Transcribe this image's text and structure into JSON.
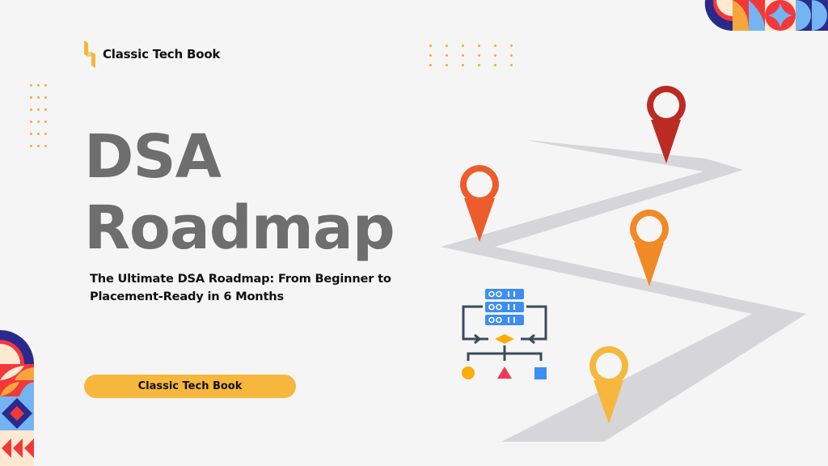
{
  "brand": {
    "name": "Classic Tech Book",
    "logo_icon": "double-bar-logo-icon",
    "logo_color": "#f6b73c"
  },
  "hero": {
    "title_line1": "DSA",
    "title_line2": "Roadmap",
    "subtitle_line1": "The Ultimate DSA Roadmap: From Beginner to",
    "subtitle_line2": "Placement-Ready in 6 Months"
  },
  "cta": {
    "label": "Classic Tech Book",
    "color": "#f6b73c"
  },
  "illustration": {
    "road_color": "#d6d5d7",
    "pins": [
      {
        "name": "map-pin-red",
        "color": "#bb2b24"
      },
      {
        "name": "map-pin-orange-red",
        "color": "#eb5d2c"
      },
      {
        "name": "map-pin-orange",
        "color": "#f08a26"
      },
      {
        "name": "map-pin-yellow",
        "color": "#f6b73c"
      }
    ],
    "flowchart_icon": {
      "server_color": "#3d8ef0",
      "line_color": "#3d4a5a",
      "diamond_color": "#fbad05",
      "circle_color": "#fbad05",
      "triangle_color": "#f2385a",
      "square_color": "#3d8ef0"
    }
  },
  "decor": {
    "dot_color": "#f6a83d",
    "pattern_colors": [
      "#2a2a8c",
      "#fde9d2",
      "#f2383a",
      "#f6a63c",
      "#74b4f2"
    ]
  }
}
